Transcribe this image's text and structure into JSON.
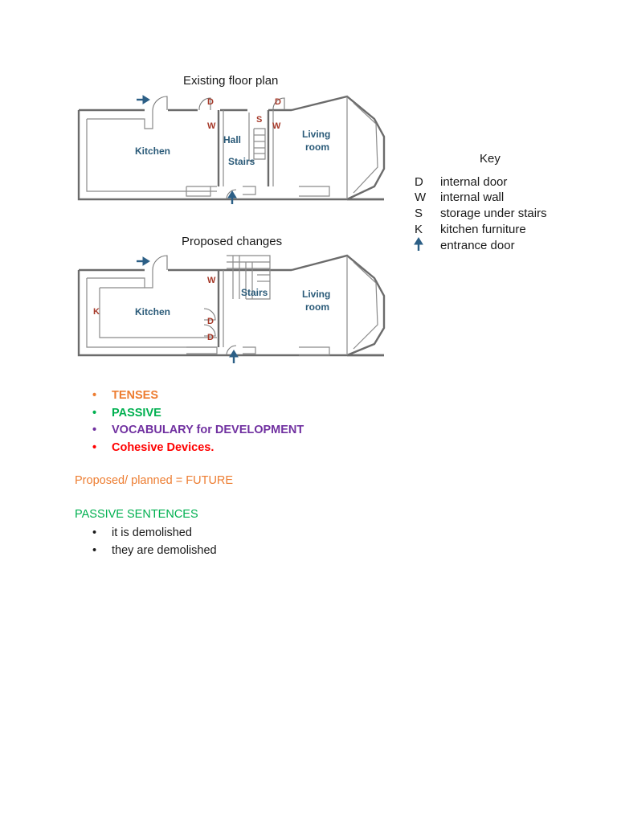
{
  "existing_plan": {
    "title": "Existing floor plan",
    "rooms": {
      "kitchen": "Kitchen",
      "hall": "Hall",
      "stairs": "Stairs",
      "living_line1": "Living",
      "living_line2": "room"
    },
    "markers": {
      "door": "D",
      "wall": "W",
      "storage": "S"
    }
  },
  "proposed_plan": {
    "title": "Proposed changes",
    "rooms": {
      "kitchen": "Kitchen",
      "stairs": "Stairs",
      "living_line1": "Living",
      "living_line2": "room"
    },
    "markers": {
      "door": "D",
      "wall": "W",
      "kitchen_furniture": "K"
    }
  },
  "key": {
    "title": "Key",
    "items": [
      {
        "symbol": "D",
        "label": "internal door"
      },
      {
        "symbol": "W",
        "label": "internal wall"
      },
      {
        "symbol": "S",
        "label": "storage under stairs"
      },
      {
        "symbol": "K",
        "label": "kitchen furniture"
      },
      {
        "symbol": "arrow-up-icon",
        "label": "entrance door"
      }
    ]
  },
  "topics": [
    {
      "text": "TENSES",
      "color": "#ed7d31"
    },
    {
      "text": "PASSIVE",
      "color": "#00b050"
    },
    {
      "text": "VOCABULARY for DEVELOPMENT",
      "color": "#7030a0"
    },
    {
      "text": "Cohesive Devices.",
      "color": "#ff0000"
    }
  ],
  "bullet_char": "•",
  "future_note": "Proposed/ planned = FUTURE",
  "passive_heading": "PASSIVE SENTENCES",
  "examples": [
    "it is demolished",
    "they are demolished"
  ]
}
